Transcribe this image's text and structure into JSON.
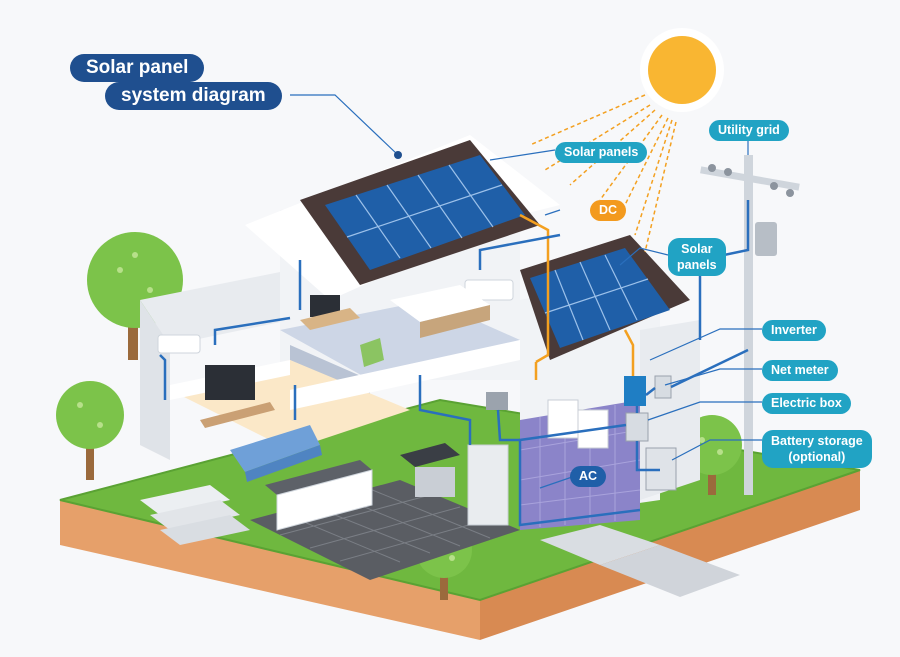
{
  "title": {
    "line1": "Solar panel",
    "line2": "system diagram"
  },
  "labels": {
    "utility_grid": "Utility grid",
    "solar_panels_main": "Solar panels",
    "dc": "DC",
    "solar_panels_small_line1": "Solar",
    "solar_panels_small_line2": "panels",
    "inverter": "Inverter",
    "net_meter": "Net meter",
    "electric_box": "Electric box",
    "battery_line1": "Battery storage",
    "battery_line2": "(optional)",
    "ac": "AC"
  },
  "colors": {
    "title_bg": "#1f4f8f",
    "label_teal": "#21a3c4",
    "label_orange": "#f39a1e",
    "label_blue": "#1f5fa8",
    "wire_blue": "#2a6fbd",
    "wire_orange": "#f3a020",
    "sun": "#f9b632",
    "grass": "#7cc34a",
    "soil": "#e89a5e",
    "panel": "#1f5fa8",
    "roof": "#4a3a38"
  }
}
